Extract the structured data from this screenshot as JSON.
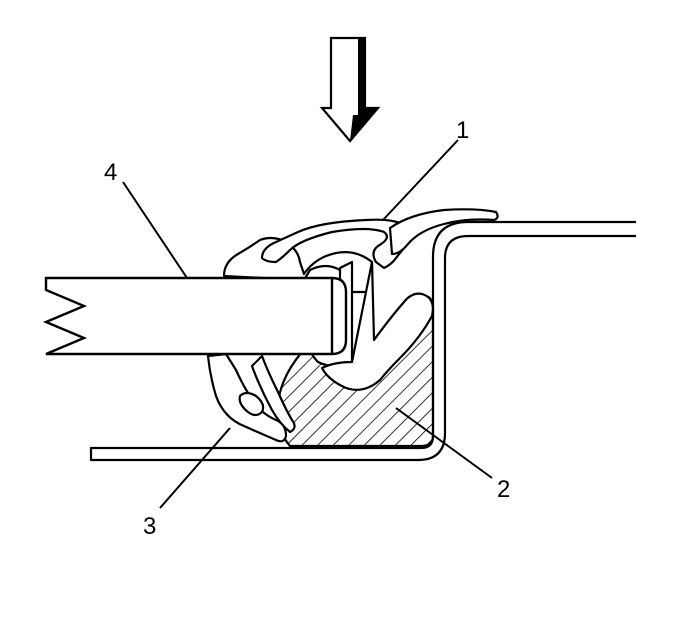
{
  "callouts": {
    "seal_lip": "1",
    "adhesive": "2",
    "retainer_clip": "3",
    "glass_panel": "4"
  },
  "colors": {
    "line": "#000000",
    "fill": "#ffffff"
  },
  "icons": {
    "direction_arrow": "down-arrow-icon"
  }
}
